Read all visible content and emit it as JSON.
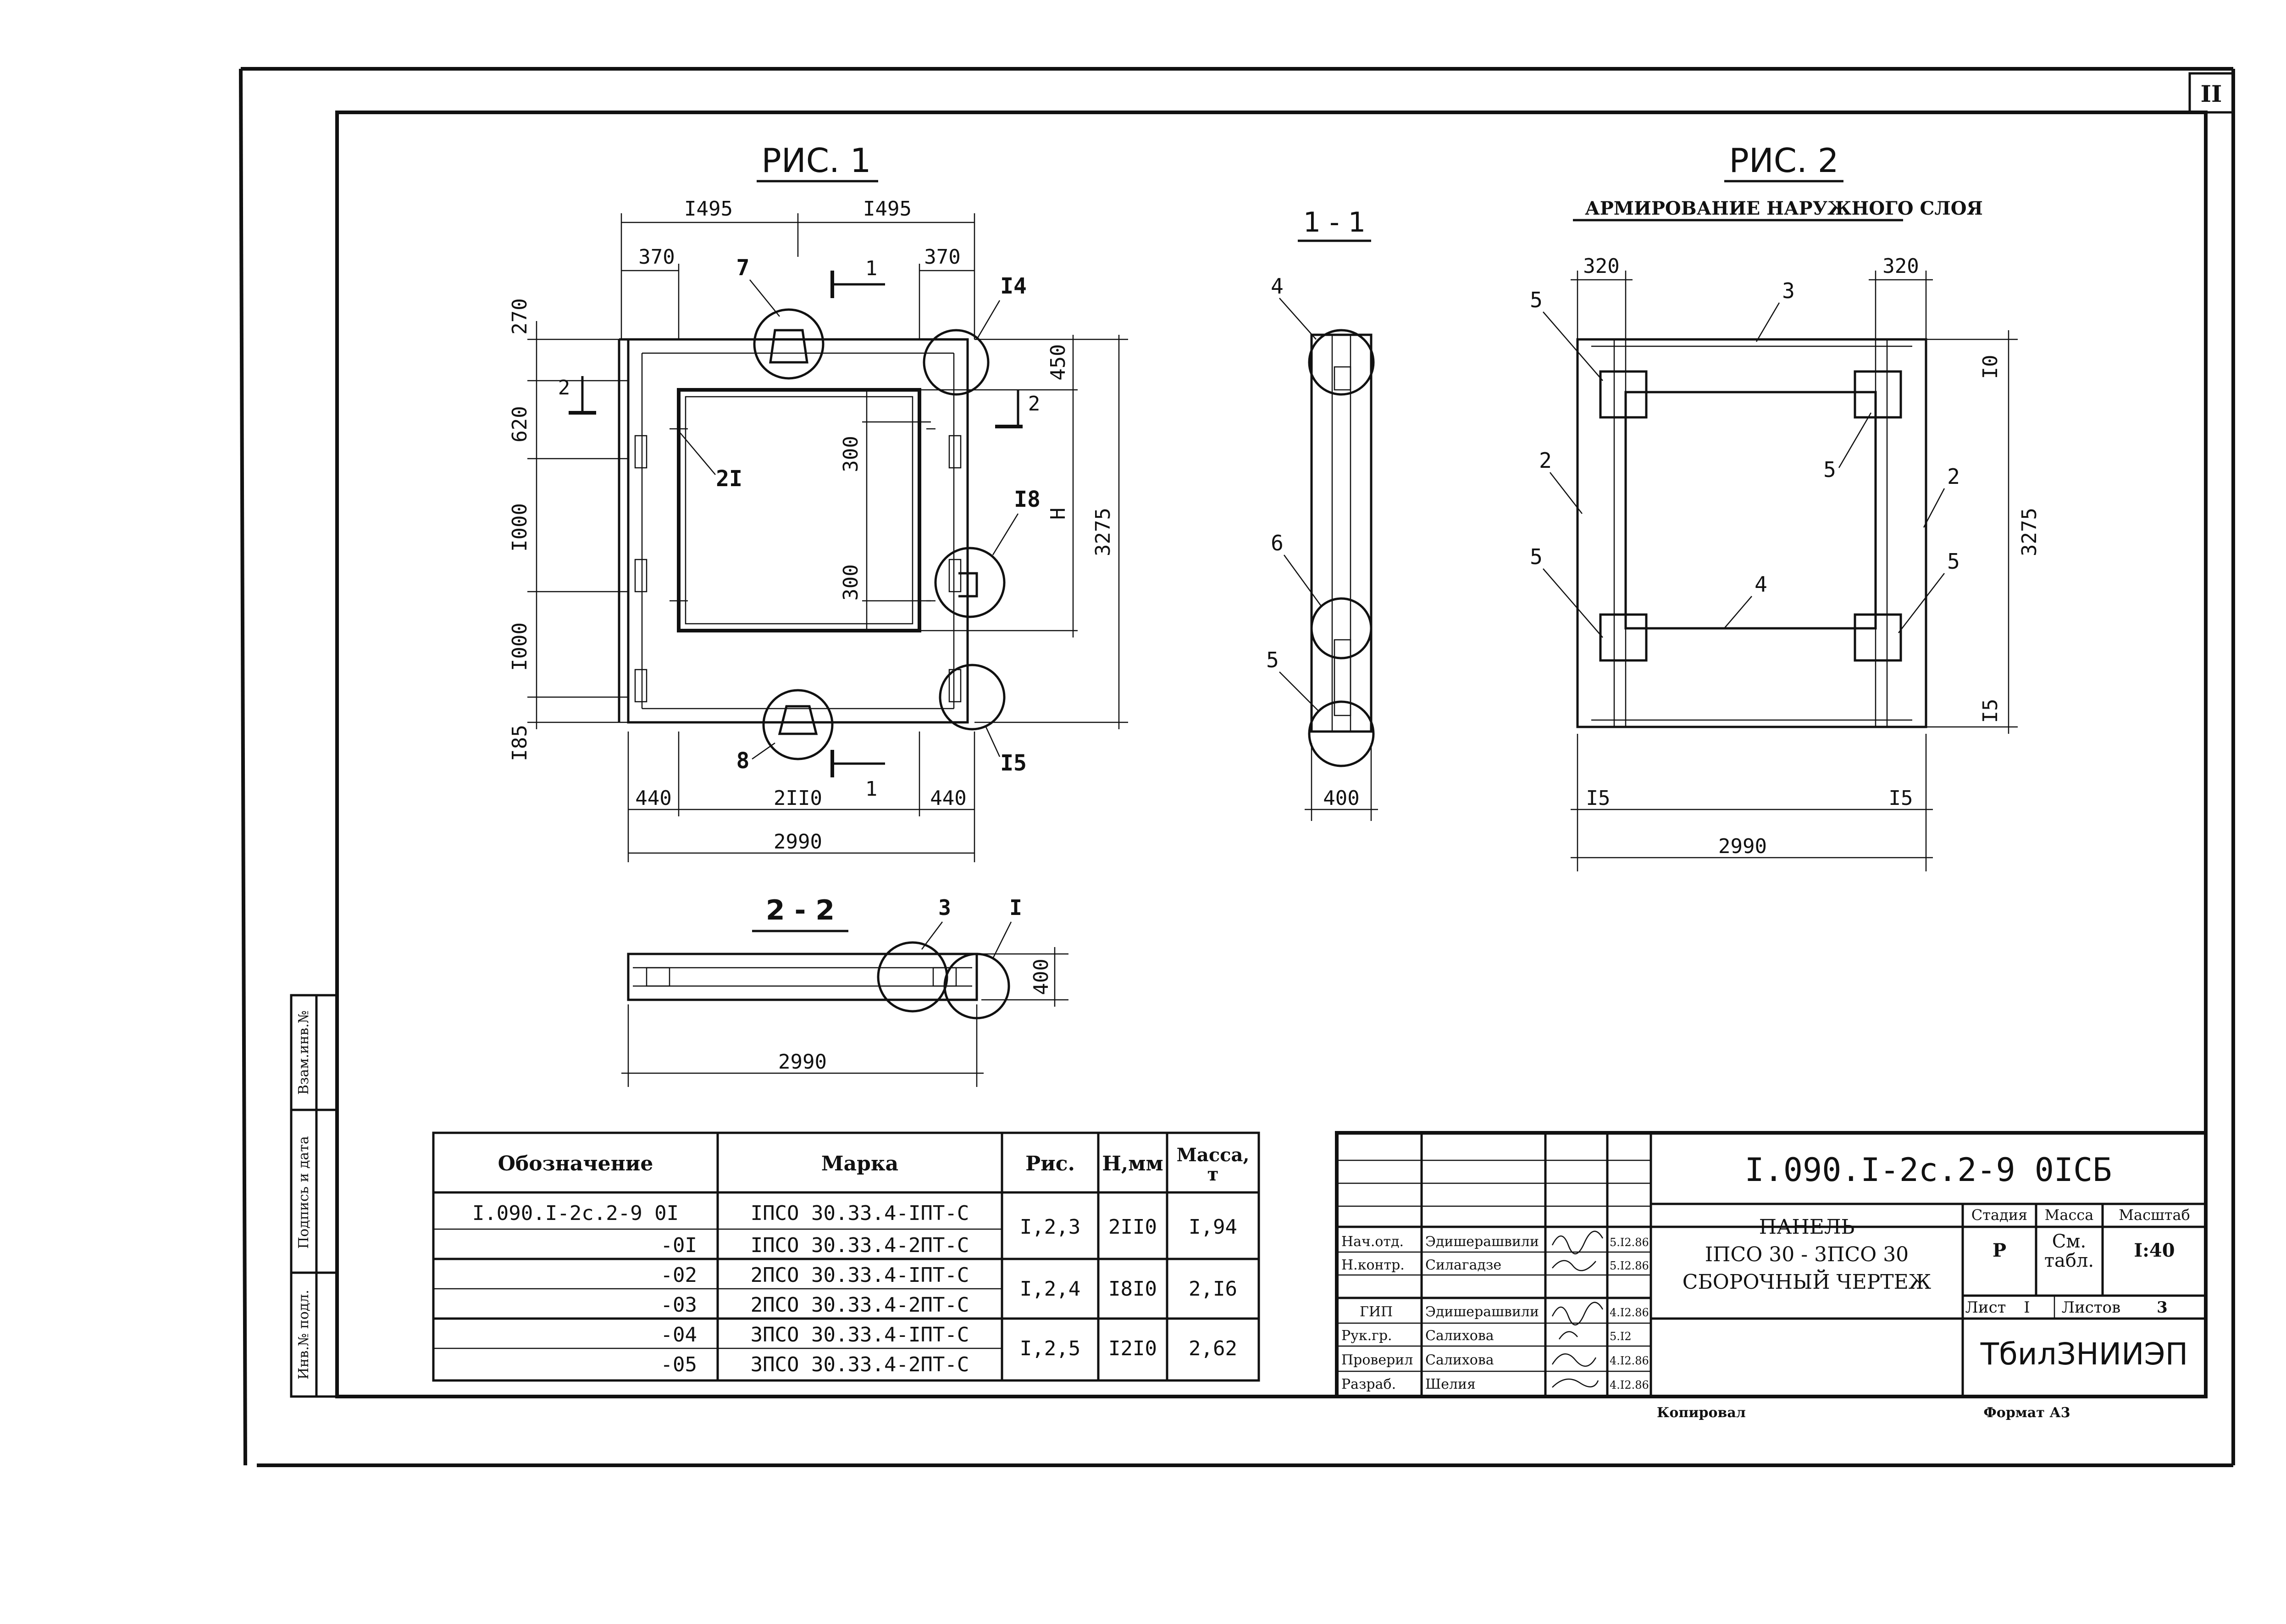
{
  "sheet_number": "II",
  "fig1": {
    "title": "РИС. 1",
    "dims": {
      "top_left": "I495",
      "top_right": "I495",
      "l370": "370",
      "r370": "370",
      "v270": "270",
      "v620": "620",
      "v1000a": "I000",
      "v1000b": "I000",
      "v185": "I85",
      "h450": "450",
      "h300a": "300",
      "h300b": "300",
      "hH": "H",
      "h3275": "3275",
      "b440l": "440",
      "b2110": "2II0",
      "b440r": "440",
      "b2990": "2990"
    },
    "callouts": {
      "c7": "7",
      "c14": "I4",
      "c21": "2I",
      "c18": "I8",
      "c8": "8",
      "c15": "I5"
    },
    "section_marks": {
      "s1": "1",
      "s2": "2"
    }
  },
  "sec11": {
    "title": "1 - 1",
    "labels": {
      "l4": "4",
      "l6": "6",
      "l5": "5"
    },
    "dim400": "400"
  },
  "fig2": {
    "title": "РИС. 2",
    "subtitle": "АРМИРОВАНИЕ НАРУЖНОГО СЛОЯ",
    "dims": {
      "d320l": "320",
      "d320r": "320",
      "d10": "I0",
      "d3275": "3275",
      "d15v": "I5",
      "d15l": "I5",
      "d15r": "I5",
      "d2990": "2990"
    },
    "labels": {
      "l3": "3",
      "l5a": "5",
      "l2a": "2",
      "l5b": "5",
      "l2b": "2",
      "l5c": "5",
      "l4": "4",
      "l5d": "5"
    }
  },
  "sec22": {
    "title": "2 - 2",
    "labels": {
      "l3": "3",
      "l1": "I"
    },
    "dim400": "400",
    "dim2990": "2990"
  },
  "spec_table": {
    "headers": [
      "Обозначение",
      "Марка",
      "Рис.",
      "Н,мм",
      "Масса,\nт"
    ],
    "rows": [
      {
        "designation": "I.090.I-2c.2-9 0I",
        "mark": "IПСО 30.33.4-IПТ-С"
      },
      {
        "designation": "-0I",
        "mark": "IПСО 30.33.4-2ПТ-С"
      },
      {
        "designation": "-02",
        "mark": "2ПСО 30.33.4-IПТ-С"
      },
      {
        "designation": "-03",
        "mark": "2ПСО 30.33.4-2ПТ-С"
      },
      {
        "designation": "-04",
        "mark": "3ПСО 30.33.4-IПТ-С"
      },
      {
        "designation": "-05",
        "mark": "3ПСО 30.33.4-2ПТ-С"
      }
    ],
    "groups": [
      {
        "fig": "I,2,3",
        "h": "2II0",
        "mass": "I,94"
      },
      {
        "fig": "I,2,4",
        "h": "I8I0",
        "mass": "2,I6"
      },
      {
        "fig": "I,2,5",
        "h": "I2I0",
        "mass": "2,62"
      }
    ]
  },
  "side_stamp": [
    "Взам.инв.№",
    "Подпись и дата",
    "Инв.№ подл."
  ],
  "title_block": {
    "code": "I.090.I-2c.2-9  0ICБ",
    "name_lines": [
      "ПАНЕЛЬ",
      "IПСО 30 - 3ПСО 30",
      "СБОРОЧНЫЙ  ЧЕРТЕЖ"
    ],
    "stage_label": "Стадия",
    "stage": "Р",
    "mass_label": "Масса",
    "mass": "См.\nтабл.",
    "scale_label": "Масштаб",
    "scale": "I:40",
    "sheet_label": "Лист",
    "sheet": "I",
    "sheets_label": "Листов",
    "sheets": "3",
    "org": "ТбилЗНИИЭП",
    "people": [
      {
        "role": "Нач.отд.",
        "name": "Эдишерашвили",
        "date": "5.I2.86"
      },
      {
        "role": "Н.контр.",
        "name": "Силагадзе",
        "date": "5.I2.86"
      },
      {
        "role": "ГИП",
        "name": "Эдишерашвили",
        "date": "4.I2.86"
      },
      {
        "role": "Рук.гр.",
        "name": "Салихова",
        "date": "5.I2"
      },
      {
        "role": "Проверил",
        "name": "Салихова",
        "date": "4.I2.86"
      },
      {
        "role": "Разраб.",
        "name": "Шелия",
        "date": "4.I2.86"
      }
    ]
  },
  "footer": {
    "copied": "Копировал",
    "format": "Формат А3"
  }
}
